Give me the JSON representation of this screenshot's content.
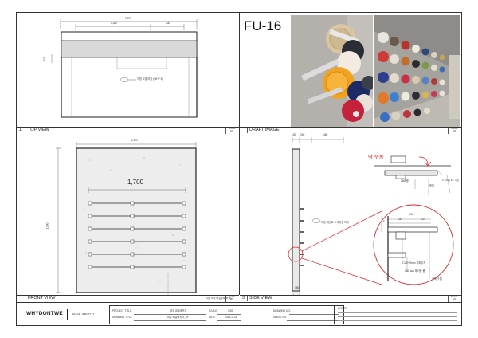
{
  "header": {
    "code": "FU-16"
  },
  "sections": {
    "top_view": {
      "num": "1",
      "name": "TOP VIEW",
      "scale_label": "SCALE",
      "scale_value": "N/S"
    },
    "draft_image": {
      "name": "DRAFT IMAGE",
      "scale_label": "SCALE",
      "scale_value": "N/S"
    },
    "front_view": {
      "name": "FRONT VIEW",
      "scale_label": "SCALE",
      "scale_value": "N/S"
    },
    "side_view": {
      "num": "3",
      "name": "SIDE VIEW",
      "scale_label": "SCALE",
      "scale_value": "N/S"
    }
  },
  "top_view": {
    "dim_total": "1,870",
    "dim_left": "1,300",
    "dim_right": "330",
    "dim_depth": "100",
    "note": "지정 도장 마감 (WHY 5)"
  },
  "front_view": {
    "dim_width": "2,070",
    "dim_height": "1,900",
    "dim_rod": "1,700",
    "note": "지정 도장 마감 (WHY 5)"
  },
  "side_view": {
    "dim_a": "100",
    "dim_b": "240",
    "dim_c": "460",
    "note": "지정 페인트 주석마감 처리",
    "bottom_dim": "180",
    "red_label": "딱 숫놈",
    "detail_label_1": "25Ø 봉",
    "detail_label_2": "용접",
    "detail_note_1": "t= 10mm 5u - 지정",
    "detail_dim_1": "100",
    "detail_dim_2": "25",
    "detail_dim_3": "20",
    "detail_dim_4": "15",
    "callout_1": "ㅁ20*20mm 각파이프",
    "callout_2": "25Ø sus 파이봉 봉",
    "callout_3": "오메가 캡"
  },
  "title_block": {
    "logo": "WHYDONTWE",
    "tagline": "SPACE IDENTITY",
    "project_label": "PROJECT TITLE",
    "project_value": "파주 네일아카이",
    "drawing_label": "DRAWING TITLE",
    "drawing_value": "파주 페일아카이_1F",
    "scale_label": "SCALE",
    "scale_value": "1/20",
    "date_label": "DATE",
    "date_value": "2025-11-06",
    "drawing_no_label": "DRAWING NO.",
    "drawing_no_value": "",
    "sheet_no_label": "SHEET NO.",
    "sheet_no_value": "",
    "notes_label": "NOTES"
  },
  "colors": {
    "line": "#333333",
    "red": "#e2262b",
    "panel_fill": "#e9e9e9"
  },
  "icons": {
    "arrow": "curved-arrow-icon"
  }
}
